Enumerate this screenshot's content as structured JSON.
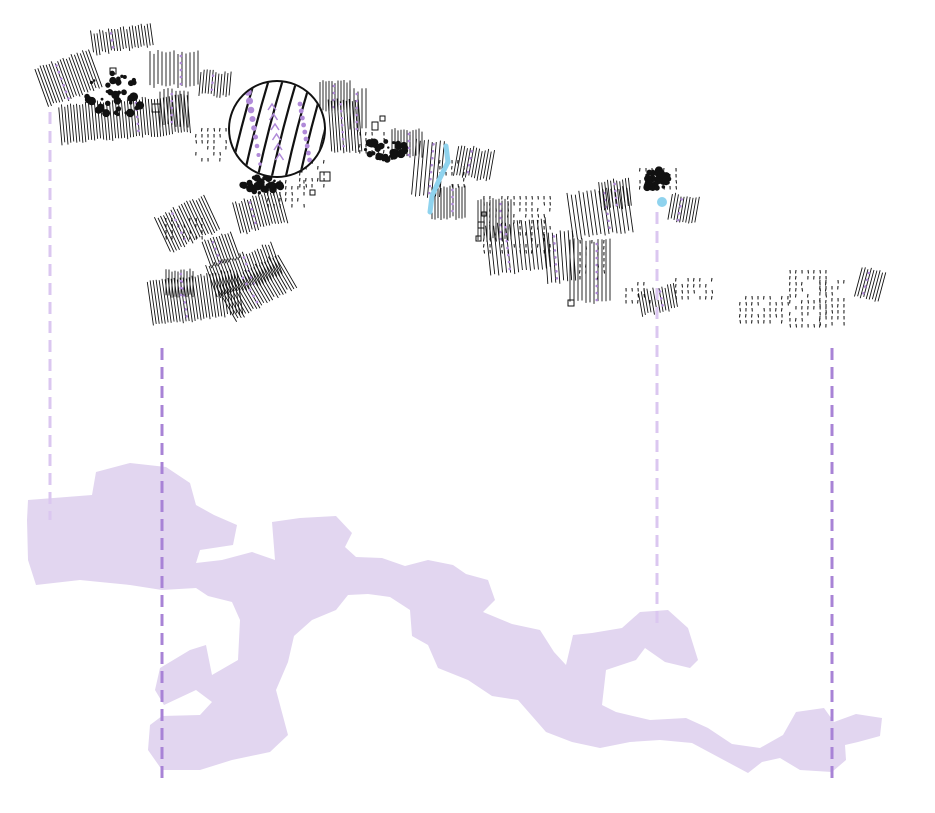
{
  "colors": {
    "footprint_fill": "#e2d6f0",
    "guide_light": "#dbc7f0",
    "guide_dark": "#a883d6",
    "hatch": "#111111",
    "accent_purple": "#b08ad8",
    "water": "#8fd3ee",
    "background": "#ffffff"
  },
  "diagram": {
    "upper_layer": "patch-pattern-fragments",
    "lower_layer": "site-footprint-silhouette",
    "detail_callout": "circular-zoom-lens",
    "guide_lines": [
      {
        "style": "light-dashed"
      },
      {
        "style": "dark-dashed"
      },
      {
        "style": "light-dashed"
      },
      {
        "style": "dark-dashed"
      }
    ],
    "icons": [
      "tree-dot-cluster",
      "water-channel",
      "building-outline",
      "planting-row"
    ]
  }
}
